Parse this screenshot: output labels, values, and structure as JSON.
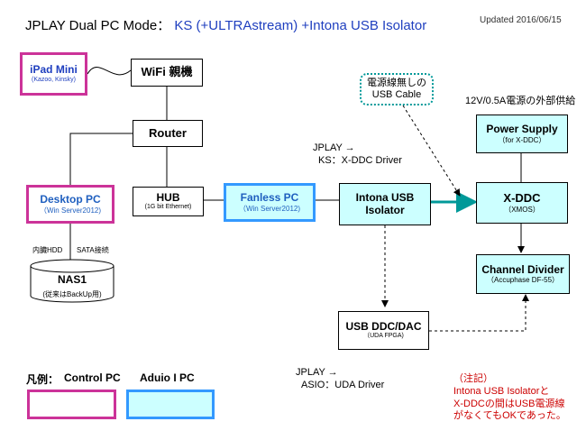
{
  "header": {
    "title_main": "JPLAY Dual PC Mode：",
    "title_highlight": "KS (+ULTRAstream) +Intona USB Isolator",
    "updated": "Updated 2016/06/15"
  },
  "nodes": {
    "ipad": {
      "label": "iPad Mini",
      "sub": "(Kazoo, Kinsky)"
    },
    "wifi": {
      "label": "WiFi 親機"
    },
    "router": {
      "label": "Router"
    },
    "hub": {
      "label": "HUB",
      "sub": "(1G bit Ethernet)"
    },
    "desktop": {
      "label": "Desktop PC",
      "sub": "（Win Server2012)"
    },
    "fanless": {
      "label": "Fanless PC",
      "sub": "（Win Server2012)"
    },
    "intona": {
      "label_1": "Intona USB",
      "label_2": "Isolator"
    },
    "cable_note": {
      "line1": "電源線無しの",
      "line2": "USB Cable"
    },
    "power": {
      "label": "Power Supply",
      "sub": "（for X-DDC）"
    },
    "xddc": {
      "label": "X-DDC",
      "sub": "（XMOS）"
    },
    "divider": {
      "label": "Channel Divider",
      "sub": "（Accuphase DF-55）"
    },
    "usbddc": {
      "label": "USB DDC/DAC",
      "sub": "（UDA FPGA)"
    },
    "nas": {
      "label": "NAS1",
      "sub": "(従来はBackUp用)"
    }
  },
  "labels": {
    "internal_hdd": "内臓HDD",
    "sata": "SATA接続",
    "ks_jplay": "JPLAY →",
    "ks_driver": "KS：X-DDC Driver",
    "asio_jplay": "JPLAY →",
    "asio_driver": "ASIO：UDA Driver",
    "ext_power": "12V/0.5A電源の外部供給"
  },
  "legend": {
    "title": "凡例：",
    "control": "Control PC",
    "audio": "Aduio I PC"
  },
  "note": {
    "line1": "（注記）",
    "line2": "Intona USB Isolatorと",
    "line3": "X-DDCの間はUSB電源線",
    "line4": "がなくてもOKであった。"
  },
  "colors": {
    "control_pc": "#cc3399",
    "audio_pc": "#3399ff",
    "box_fill": "#ccffff",
    "usb_link": "#009999",
    "title_highlight": "#1f3fbf",
    "note_text": "#cc0000"
  }
}
